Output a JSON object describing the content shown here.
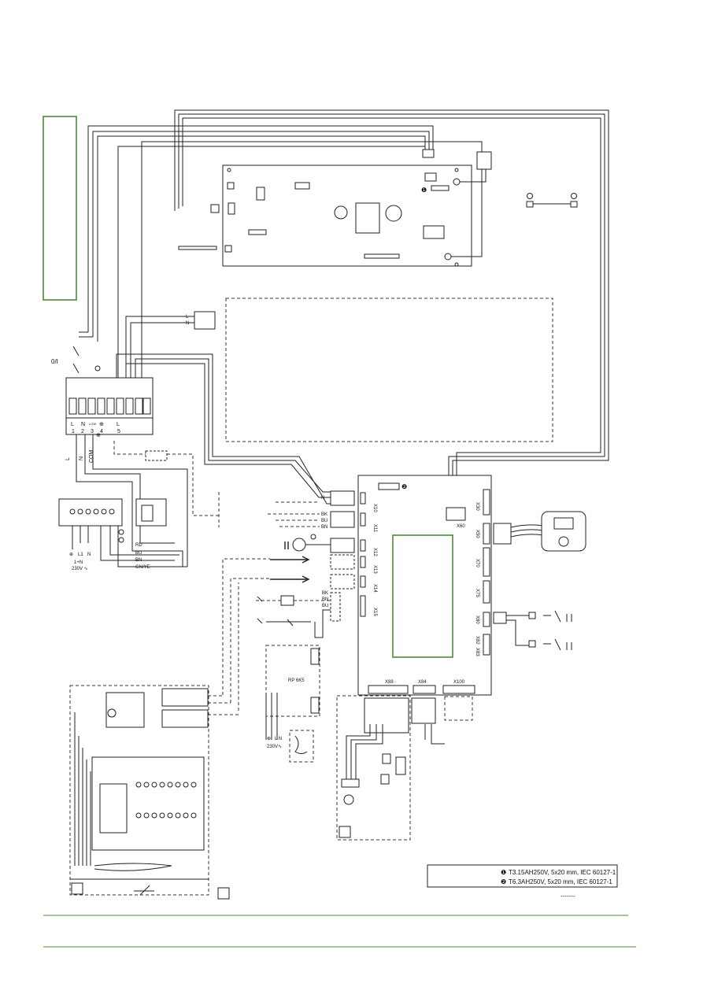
{
  "switch_label": "0/I",
  "terminal_top_labels": [
    "L",
    "N",
    "LOW",
    "⊕",
    "L"
  ],
  "terminal_numbers": [
    "1",
    "2",
    "3",
    "4",
    "5"
  ],
  "supply_labels": {
    "l": "L",
    "n": "N",
    "com": "COM"
  },
  "mains_left": {
    "pe": "⊕",
    "l1": "L1",
    "n": "N",
    "phase": "1+N",
    "voltage": "230V ∿"
  },
  "wire_colors": [
    "RD",
    "BU",
    "BN",
    "GN/YE"
  ],
  "relay_labels": [
    "N",
    "BK",
    "BU",
    "BN"
  ],
  "sensor_labels": [
    "BK",
    "BN",
    "BU"
  ],
  "board_connectors_left": [
    "X10",
    "X11",
    "X12",
    "X13",
    "X14",
    "X15"
  ],
  "board_connectors_right": [
    "X30",
    "X50",
    "X70",
    "X75",
    "X80",
    "X82",
    "X83"
  ],
  "board_connectors_bottom": [
    "X88",
    "X84",
    "X100"
  ],
  "x60_label": "X60",
  "small_pe_labels": {
    "n": "N",
    "l": "L"
  },
  "rp_label": "RP 6K5",
  "mains_right": {
    "pe": "⊕",
    "ln": "L N",
    "voltage": "230V∿"
  },
  "fuse_notes": [
    {
      "marker": "❶",
      "text": "T3.15AH250V, 5x20 mm, IEC 60127-1"
    },
    {
      "marker": "❷",
      "text": "T6.3AH250V, 5x20 mm, IEC 60127-1"
    }
  ],
  "dashed_legend": "-------",
  "colors": {
    "accent_green": "#4a8a3c",
    "line": "#222222"
  }
}
